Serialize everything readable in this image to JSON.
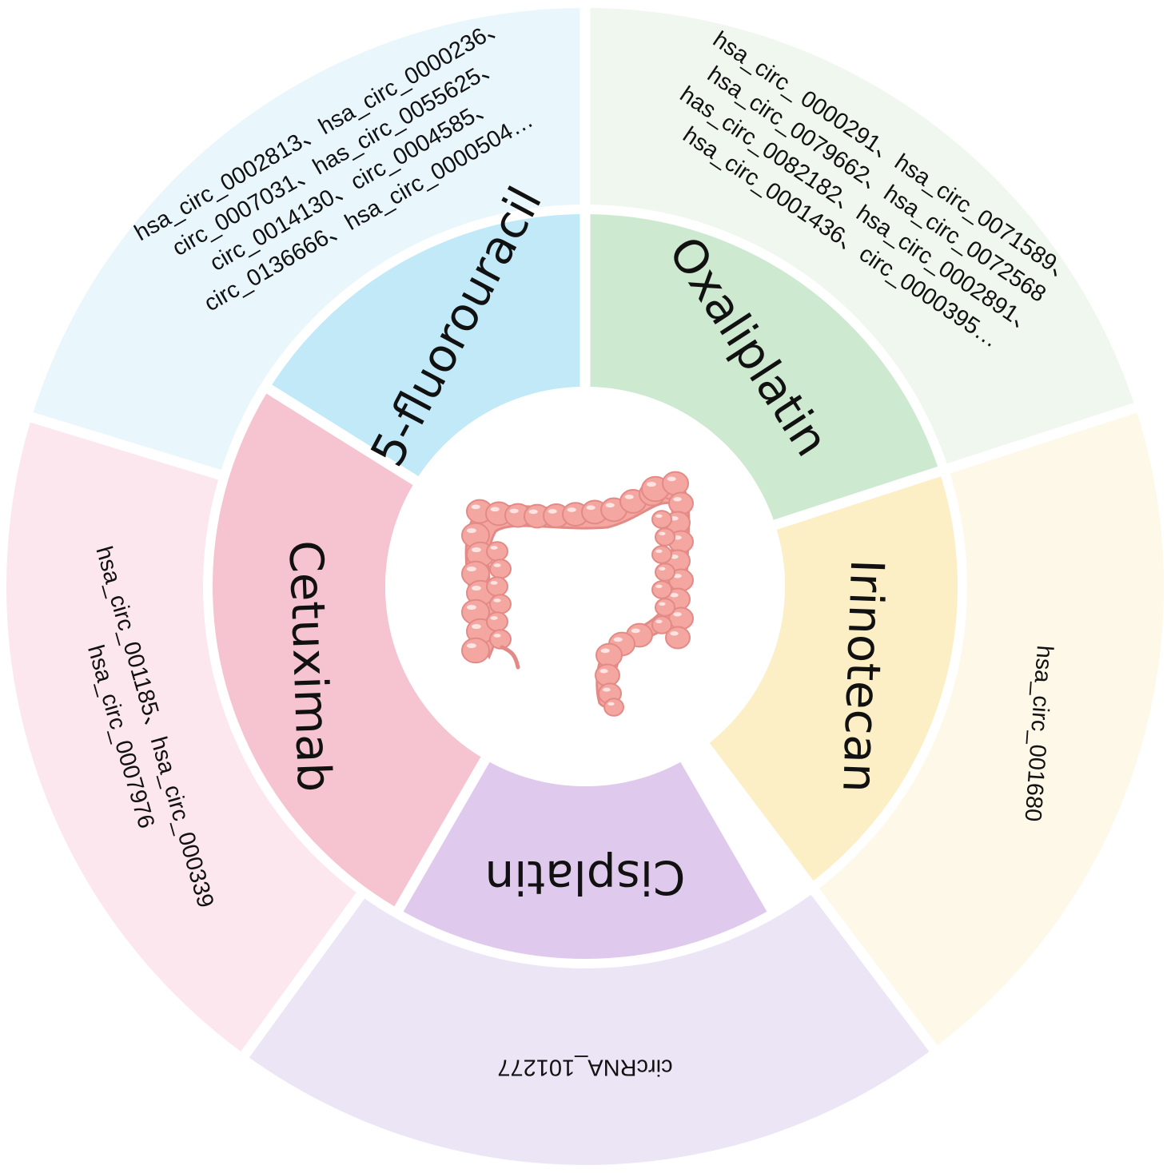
{
  "colors": {
    "gap": "#ffffff",
    "center": "#ffffff"
  },
  "segments": [
    {
      "key": "fluorouracil",
      "drug": "5-fluorouracil",
      "inner_color": "#c1e9f8",
      "outer_color": "#e9f7fd",
      "circrnas": [
        "hsa_circ_0002813、hsa_circ_0000236、",
        "circ_0007031、has_circ_0055625、",
        "circ_0014130、circ_0004585、",
        "circ_0136666、hsa_circ_0000504…"
      ]
    },
    {
      "key": "oxaliplatin",
      "drug": "Oxaliplatin",
      "inner_color": "#cde9d0",
      "outer_color": "#eff7ee",
      "circrnas": [
        "hsa_circ_ 0000291、hsa_circ_0071589、",
        "hsa_circ_0079662、hsa_circ_0072568",
        "has_circ_0082182、hsa_circ_0002891、",
        "hsa_circ_0001436、circ_0000395…"
      ]
    },
    {
      "key": "irinotecan",
      "drug": "Irinotecan",
      "inner_color": "#fcefc6",
      "outer_color": "#fdf8e7",
      "circrnas": [
        "hsa_circ_001680"
      ]
    },
    {
      "key": "cisplatin",
      "drug": "Cisplatin",
      "inner_color": "#dfc9ec",
      "outer_color": "#ebe5f6",
      "circrnas": [
        "circRNA_101277"
      ]
    },
    {
      "key": "cetuximab",
      "drug": "Cetuximab",
      "inner_color": "#f5c4d0",
      "outer_color": "#fce7ee",
      "circrnas": [
        "hsa_circ_001185、hsa_circ_000339",
        "hsa_circ_0007976"
      ]
    }
  ],
  "center_icon": "colon-icon",
  "colon_colors": {
    "fill": "#f4a6a1",
    "stroke": "#e48a86",
    "highlight": "#fde3e1"
  }
}
